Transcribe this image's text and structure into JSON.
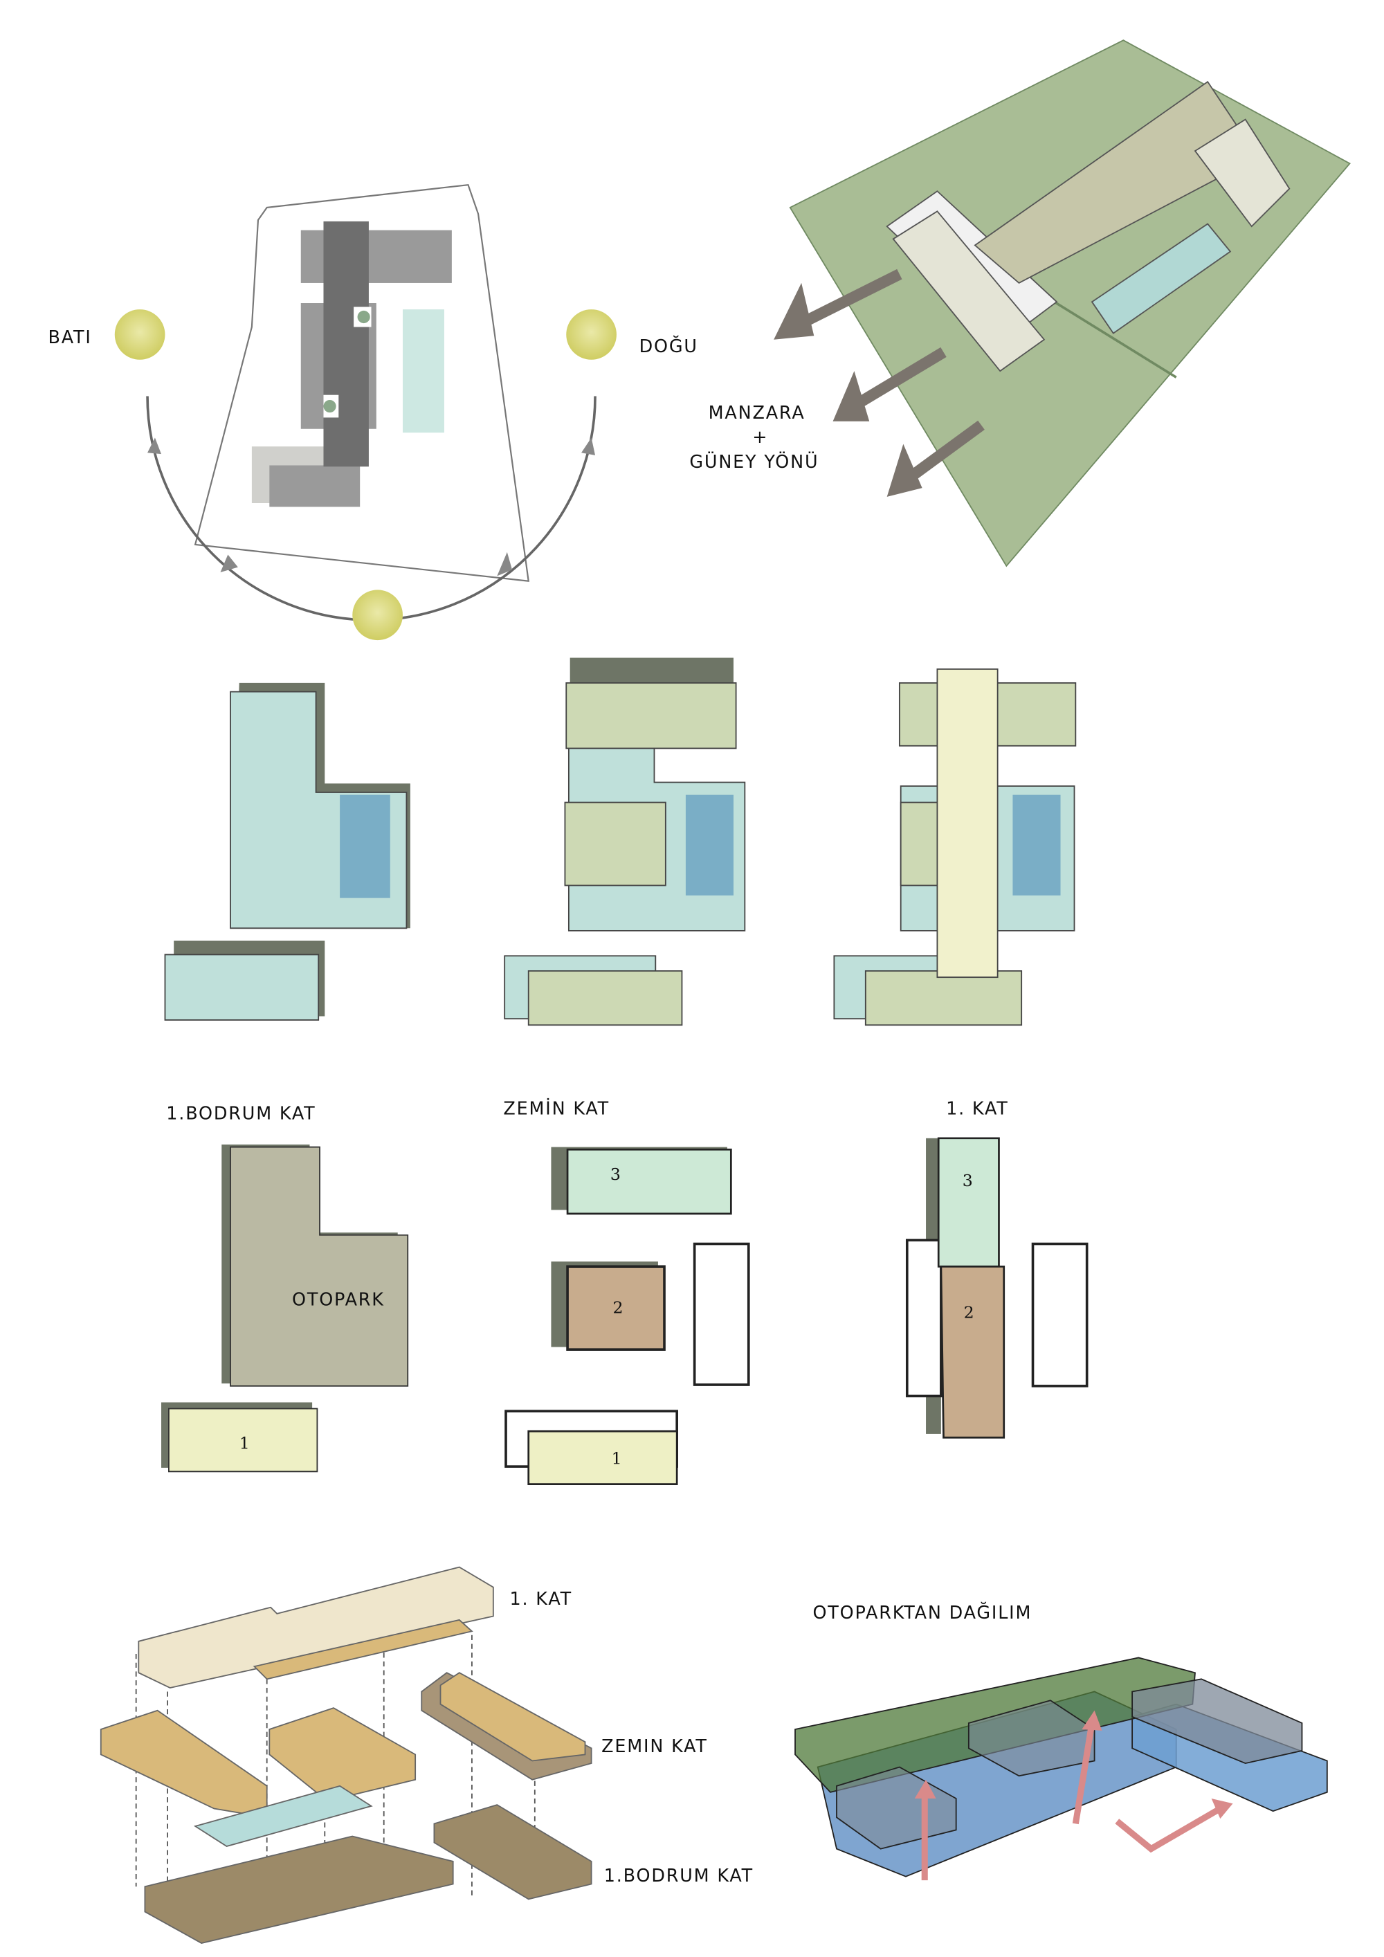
{
  "sun_diagram": {
    "west_label": "BATI",
    "east_label": "DOĞU"
  },
  "site_view": {
    "view_label": "MANZARA",
    "plus": "+",
    "south_label": "GÜNEY YÖNÜ"
  },
  "floor_plans": {
    "basement": {
      "title": "1.BODRUM KAT",
      "parking": "OTOPARK",
      "block_1": "1"
    },
    "ground": {
      "title": "ZEMİN KAT",
      "block_3": "3",
      "block_2": "2",
      "block_1": "1"
    },
    "first": {
      "title": "1. KAT",
      "block_3": "3",
      "block_2": "2"
    }
  },
  "exploded_axo": {
    "first_floor": "1. KAT",
    "ground_floor": "ZEMIN KAT",
    "basement": "1.BODRUM KAT"
  },
  "parking_distribution": {
    "title": "OTOPARKTAN DAĞILIM"
  },
  "colors": {
    "site_green": "#a9bd95",
    "sun": "#d8d77a",
    "pool": "#7aaec6",
    "mint": "#bfe0da",
    "sage": "#cdd9b4",
    "cream": "#f1f1cc",
    "parking": "#bab9a3",
    "tan": "#c8ac8d",
    "axo_gold": "#d9b97a",
    "axo_brown": "#9c8a68",
    "arrow_pink": "#d98a8a"
  }
}
